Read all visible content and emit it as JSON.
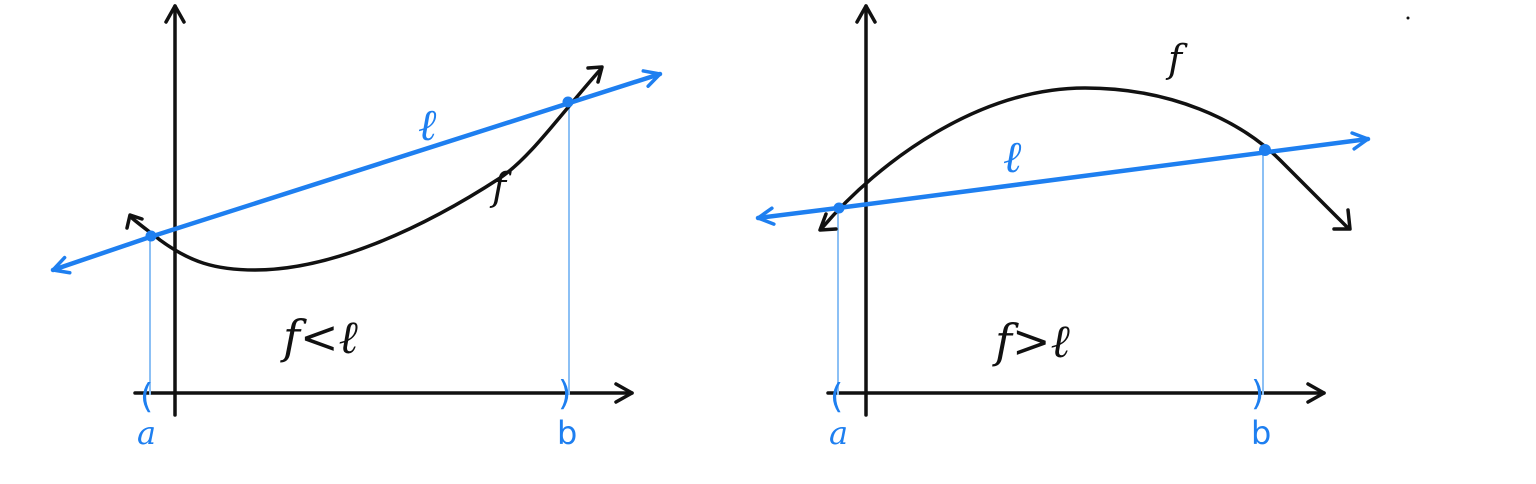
{
  "colors": {
    "ink": "#111111",
    "blue": "#1e7ff0",
    "light_blue": "#8cc0f5"
  },
  "left_panel": {
    "line_label": "ℓ",
    "curve_label": "f",
    "relation": "f<ℓ",
    "interval_open": "(",
    "interval_close": ")",
    "a_label": "a",
    "b_label": "b"
  },
  "right_panel": {
    "line_label": "ℓ",
    "curve_label": "f",
    "relation": "f>ℓ",
    "interval_open": "(",
    "interval_close": ")",
    "a_label": "a",
    "b_label": "b"
  }
}
